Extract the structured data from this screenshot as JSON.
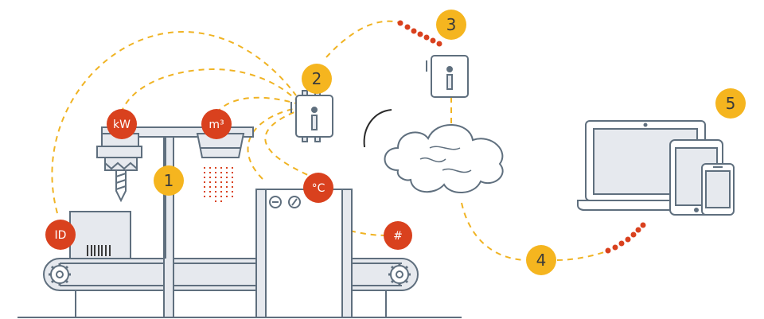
{
  "colors": {
    "stroke": "#5f6f7e",
    "fill_light": "#e6e9ee",
    "accent_red": "#d9411e",
    "accent_yellow": "#f5b51f",
    "dash": "#f0b323",
    "white": "#ffffff"
  },
  "sensor_badges": {
    "id": "ID",
    "kw": "kW",
    "m3": "m³",
    "celsius": "°C",
    "count": "#"
  },
  "step_numbers": {
    "step1": "1",
    "step2": "2",
    "step3": "3",
    "step4": "4",
    "step5": "5"
  },
  "icons": {
    "gateway": "info-i-icon",
    "cloud": "cloud-icon",
    "gear": "gear-icon",
    "barcode": "barcode-icon",
    "devices": [
      "laptop-icon",
      "tablet-icon",
      "smartphone-icon"
    ]
  }
}
